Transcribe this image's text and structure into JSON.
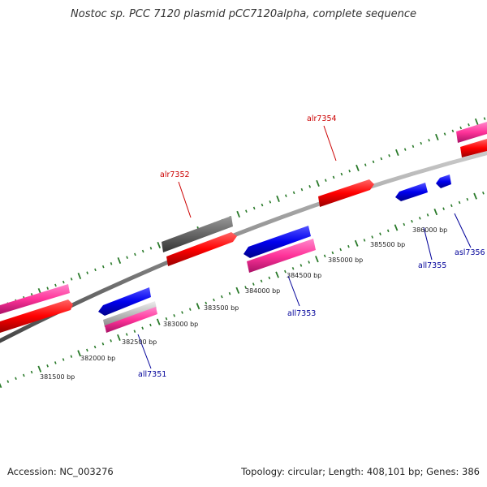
{
  "title": "Nostoc sp. PCC 7120 plasmid pCC7120alpha, complete sequence",
  "footer": {
    "accession": "Accession: NC_003276",
    "summary": "Topology: circular; Length: 408,101 bp; Genes: 386"
  },
  "bp_labels": [
    "381500 bp",
    "382000 bp",
    "382500 bp",
    "383000 bp",
    "383500 bp",
    "384000 bp",
    "384500 bp",
    "385000 bp",
    "385500 bp",
    "386000 bp"
  ],
  "gene_labels": {
    "alr7352": "alr7352",
    "alr7354": "alr7354",
    "all7351": "all7351",
    "all7353": "all7353",
    "all7355": "all7355",
    "asl7356": "asl7356"
  },
  "colors": {
    "backbone": "#8a8a8a",
    "tick": "#2a7a2a",
    "forward_cds": "#ff0000",
    "forward_gene": "#ff3399",
    "reverse_cds": "#0000ee",
    "pseudo": "#666666",
    "light_gray": "#bbbbbb",
    "forward_label": "#cc0000",
    "reverse_label": "#000099"
  }
}
